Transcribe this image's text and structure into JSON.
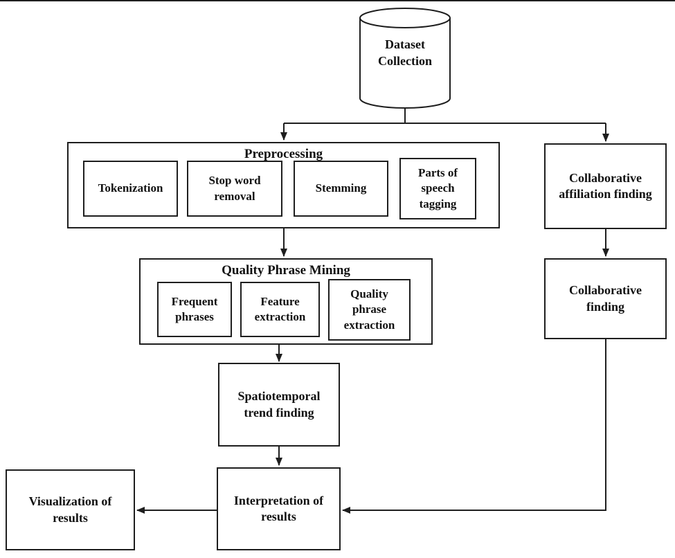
{
  "diagram": {
    "dataset": {
      "label": "Dataset Collection"
    },
    "preprocessing": {
      "title": "Preprocessing",
      "items": [
        {
          "label": "Tokenization"
        },
        {
          "label": "Stop word removal"
        },
        {
          "label": "Stemming"
        },
        {
          "label": "Parts of speech tagging"
        }
      ]
    },
    "quality_phrase_mining": {
      "title": "Quality Phrase Mining",
      "items": [
        {
          "label": "Frequent phrases"
        },
        {
          "label": "Feature extraction"
        },
        {
          "label": "Quality phrase extraction"
        }
      ]
    },
    "collaborative_affiliation": {
      "label": "Collaborative affiliation finding"
    },
    "collaborative_finding": {
      "label": "Collaborative finding"
    },
    "spatiotemporal": {
      "label": "Spatiotemporal trend finding"
    },
    "interpretation": {
      "label": "Interpretation of results"
    },
    "visualization": {
      "label": "Visualization of results"
    },
    "colors": {
      "stroke": "#1e1e1e",
      "background": "#ffffff"
    }
  }
}
